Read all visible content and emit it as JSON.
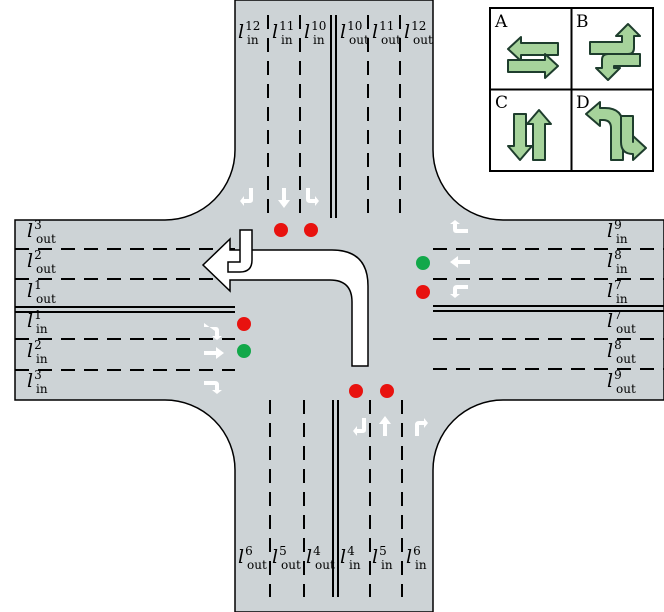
{
  "lane_label_symbol": "l",
  "lanes": {
    "north_top": [
      {
        "sup": "12",
        "sub": "in"
      },
      {
        "sup": "11",
        "sub": "in"
      },
      {
        "sup": "10",
        "sub": "in"
      },
      {
        "sup": "10",
        "sub": "out"
      },
      {
        "sup": "11",
        "sub": "out"
      },
      {
        "sup": "12",
        "sub": "out"
      }
    ],
    "west_out": [
      {
        "sup": "3",
        "sub": "out"
      },
      {
        "sup": "2",
        "sub": "out"
      },
      {
        "sup": "1",
        "sub": "out"
      }
    ],
    "west_in": [
      {
        "sup": "1",
        "sub": "in"
      },
      {
        "sup": "2",
        "sub": "in"
      },
      {
        "sup": "3",
        "sub": "in"
      }
    ],
    "east_in": [
      {
        "sup": "9",
        "sub": "in"
      },
      {
        "sup": "8",
        "sub": "in"
      },
      {
        "sup": "7",
        "sub": "in"
      }
    ],
    "east_out": [
      {
        "sup": "7",
        "sub": "out"
      },
      {
        "sup": "8",
        "sub": "out"
      },
      {
        "sup": "9",
        "sub": "out"
      }
    ],
    "south_bottom": [
      {
        "sup": "6",
        "sub": "out"
      },
      {
        "sup": "5",
        "sub": "out"
      },
      {
        "sup": "4",
        "sub": "out"
      },
      {
        "sup": "4",
        "sub": "in"
      },
      {
        "sup": "5",
        "sub": "in"
      },
      {
        "sup": "6",
        "sub": "in"
      }
    ]
  },
  "phases": [
    {
      "letter": "A",
      "movement": "east-west-through"
    },
    {
      "letter": "B",
      "movement": "east-west-left-turn"
    },
    {
      "letter": "C",
      "movement": "north-south-through"
    },
    {
      "letter": "D",
      "movement": "north-south-left-turn"
    }
  ],
  "signal_colors": {
    "red": "#e8120f",
    "green": "#12a84a"
  },
  "colors": {
    "road": "#cdd3d6",
    "arrow_fill": "#a6d39b",
    "arrow_stroke": "#1e3d2d"
  },
  "signals": {
    "north": [
      "red",
      "red"
    ],
    "east": [
      "green",
      "red"
    ],
    "west": [
      "red",
      "green"
    ],
    "south": [
      "red",
      "red"
    ]
  }
}
